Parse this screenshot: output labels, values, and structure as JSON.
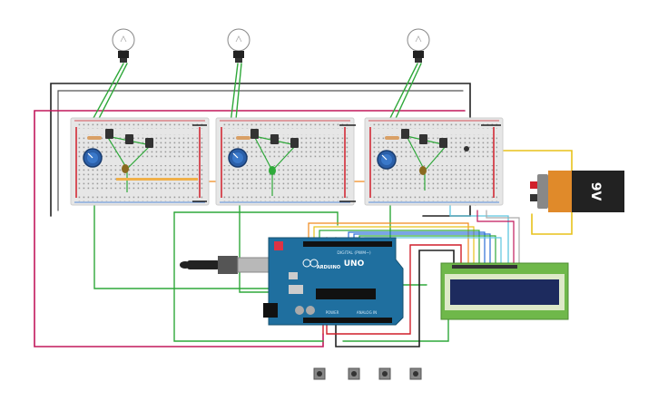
{
  "canvas": {
    "background": "#ffffff"
  },
  "colors": {
    "wire_black": "#222222",
    "wire_red": "#d11f2a",
    "wire_green": "#2fa83a",
    "wire_magenta": "#c2185b",
    "wire_yellow": "#e8c21a",
    "wire_orange": "#f08a1c",
    "wire_blue": "#2b6fd6",
    "wire_cyan": "#5ec6e0",
    "wire_brown": "#8a5a2b",
    "breadboard": "#e8e8e8",
    "arduino": "#1f6f9f",
    "lcd_frame": "#6fb84a",
    "lcd_screen": "#1d2b5e",
    "battery_body": "#222222",
    "battery_label": "#e08a2a"
  },
  "arduino": {
    "brand": "ARDUINO",
    "model": "UNO",
    "label_digital": "DIGITAL (PWM~)",
    "label_power": "POWER",
    "label_analog": "ANALOG IN"
  },
  "battery": {
    "voltage_label": "9V"
  },
  "icons": {
    "bulbs": [
      "light-bulb-icon",
      "light-bulb-icon",
      "light-bulb-icon"
    ],
    "pushbuttons": [
      "pushbutton-icon",
      "pushbutton-icon",
      "pushbutton-icon",
      "pushbutton-icon"
    ]
  },
  "components": {
    "breadboards": 3,
    "potentiometers": 3,
    "transistors_per_board": 3,
    "lcd": "16x2",
    "usb_cable": true
  }
}
